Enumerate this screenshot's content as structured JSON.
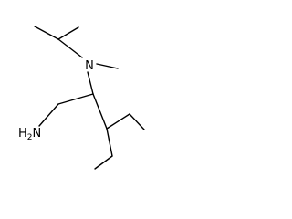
{
  "molecule": {
    "atoms": {
      "nitrogen_label": "N",
      "amine_label_main": "H",
      "amine_label_sub": "2",
      "amine_label_tail": "N"
    }
  }
}
